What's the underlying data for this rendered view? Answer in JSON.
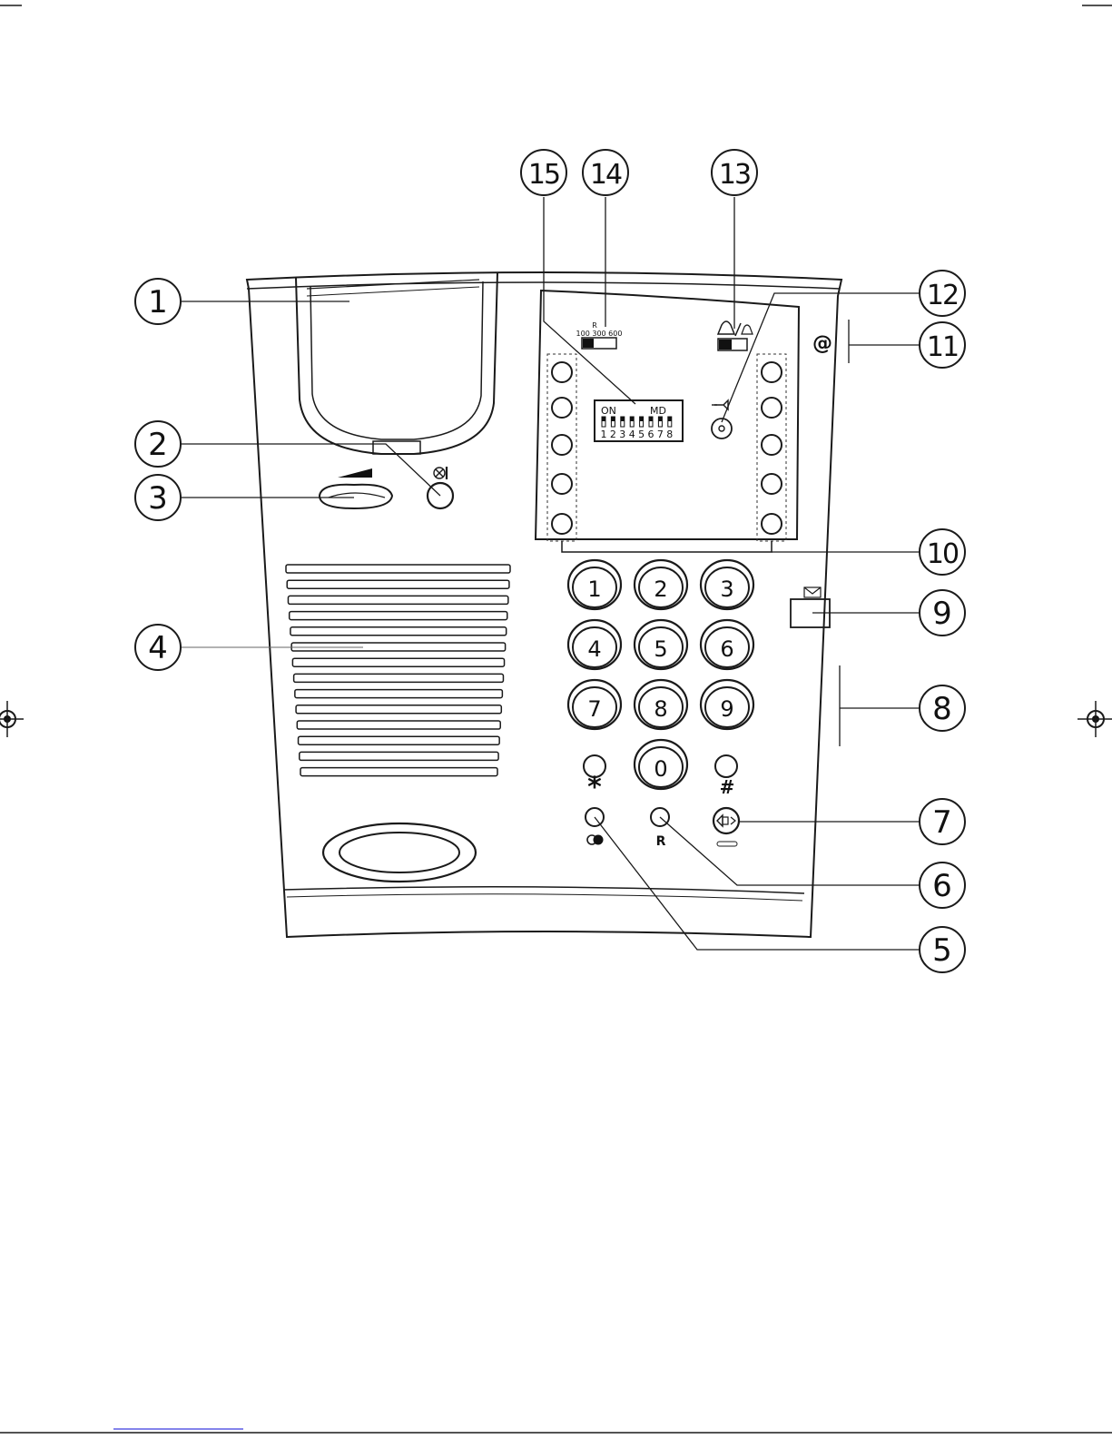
{
  "callouts": [
    {
      "id": "1",
      "label": "1"
    },
    {
      "id": "2",
      "label": "2"
    },
    {
      "id": "3",
      "label": "3"
    },
    {
      "id": "4",
      "label": "4"
    },
    {
      "id": "5",
      "label": "5"
    },
    {
      "id": "6",
      "label": "6"
    },
    {
      "id": "7",
      "label": "7"
    },
    {
      "id": "8",
      "label": "8"
    },
    {
      "id": "9",
      "label": "9"
    },
    {
      "id": "10",
      "label": "10"
    },
    {
      "id": "11",
      "label": "11"
    },
    {
      "id": "12",
      "label": "12"
    },
    {
      "id": "13",
      "label": "13"
    },
    {
      "id": "14",
      "label": "14"
    },
    {
      "id": "15",
      "label": "15"
    }
  ],
  "keypad": {
    "keys": [
      "1",
      "2",
      "3",
      "4",
      "5",
      "6",
      "7",
      "8",
      "9",
      "0"
    ],
    "star": "*",
    "hash": "#",
    "recall": "R"
  },
  "dip_switch": {
    "on_label": "ON",
    "md_label": "MD",
    "numbers": [
      "1",
      "2",
      "3",
      "4",
      "5",
      "6",
      "7",
      "8"
    ]
  },
  "flash_switch": {
    "r_label": "R",
    "values": "100 300 600"
  },
  "email_symbol": "@",
  "icons": {
    "mute": "mute-icon",
    "volume": "volume-ramp-icon",
    "ringer": "bell-icon",
    "message": "envelope-icon",
    "speaker": "speaker-icon",
    "redial": "redial-icon"
  }
}
